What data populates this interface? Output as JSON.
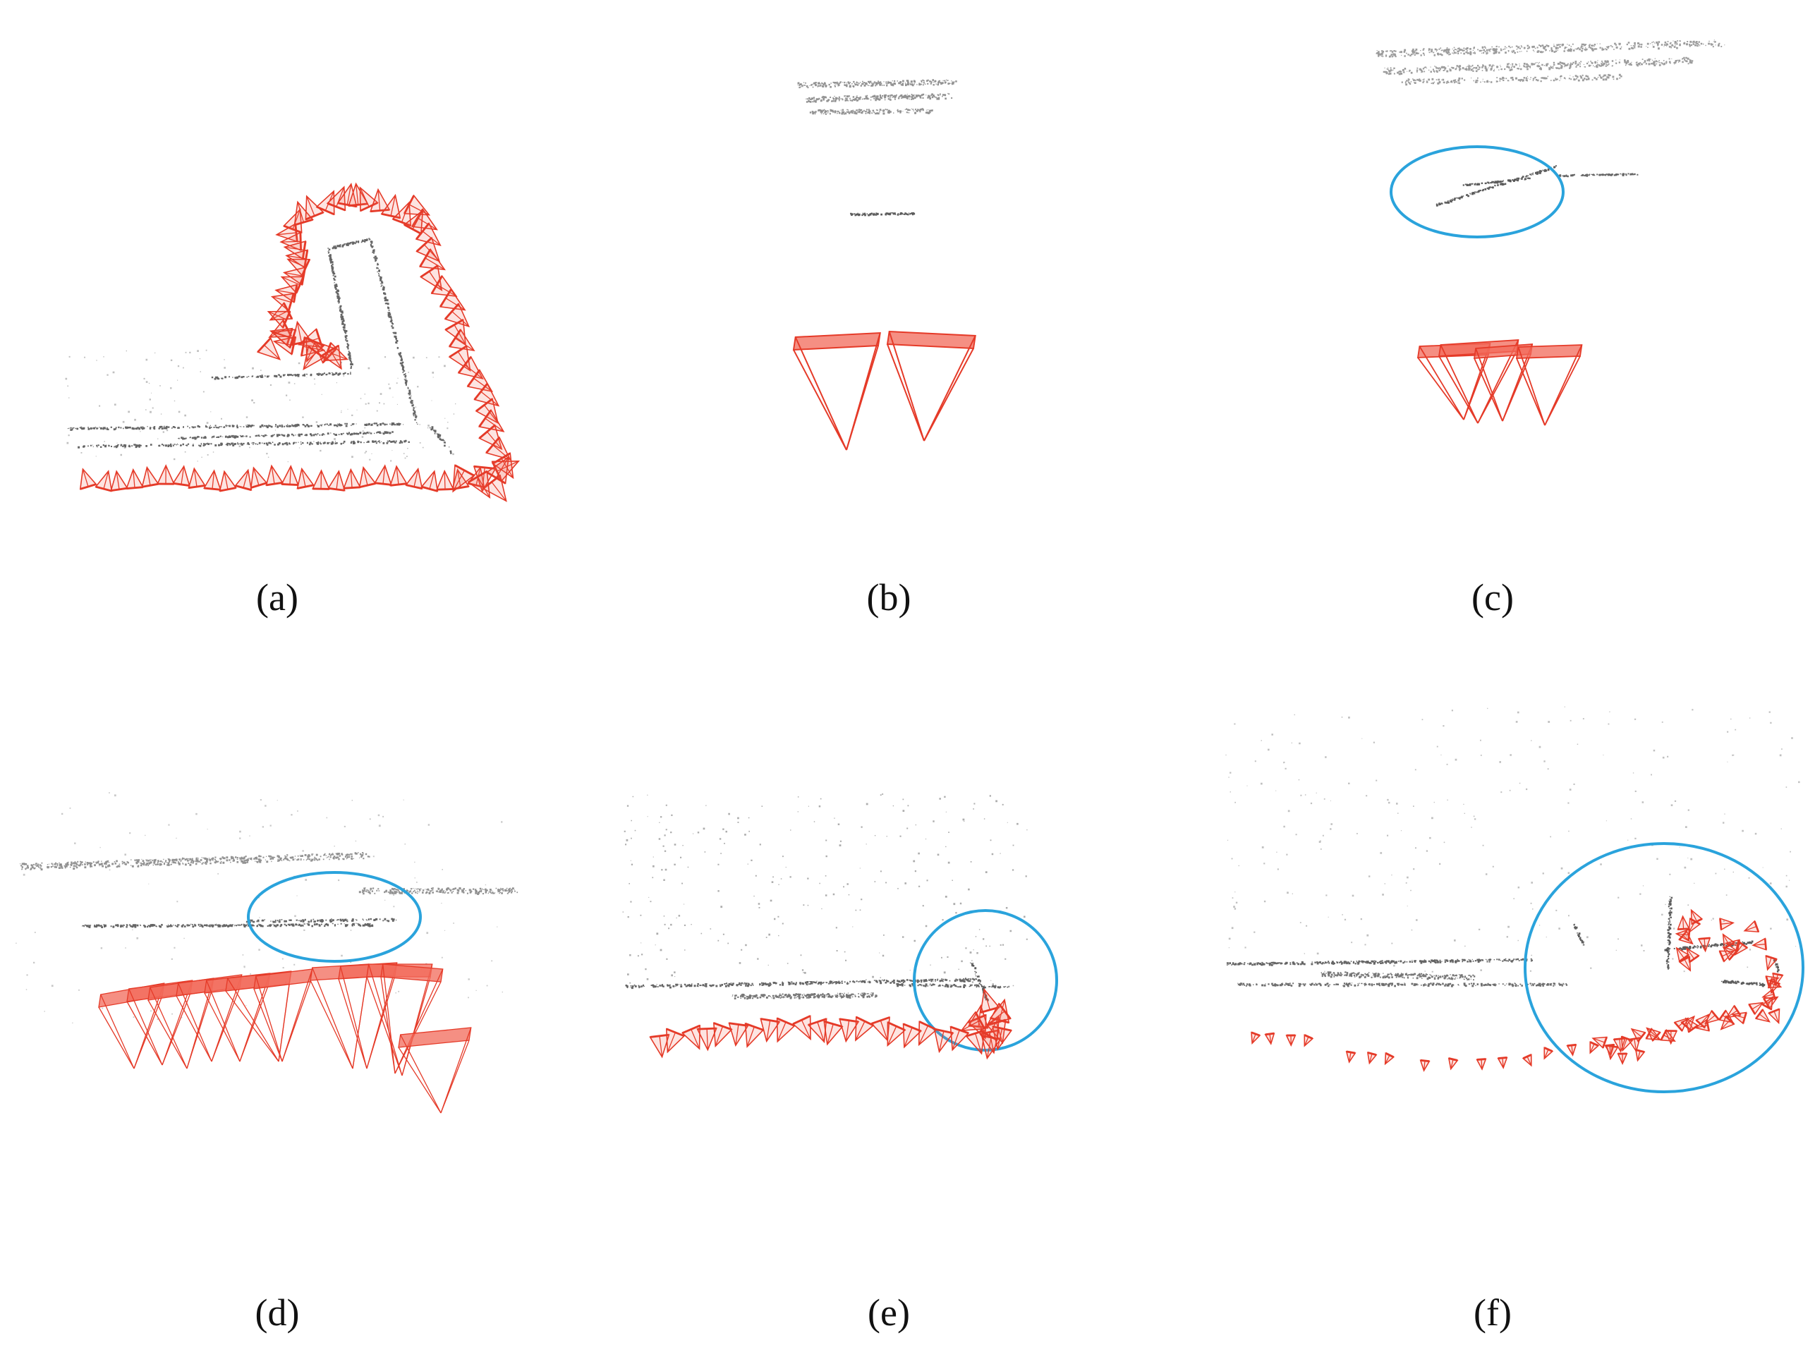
{
  "figure": {
    "panels": [
      {
        "id": "a",
        "caption": "(a)",
        "highlight_circle": false
      },
      {
        "id": "b",
        "caption": "(b)",
        "highlight_circle": false
      },
      {
        "id": "c",
        "caption": "(c)",
        "highlight_circle": true
      },
      {
        "id": "d",
        "caption": "(d)",
        "highlight_circle": true
      },
      {
        "id": "e",
        "caption": "(e)",
        "highlight_circle": true
      },
      {
        "id": "f",
        "caption": "(f)",
        "highlight_circle": true
      }
    ]
  },
  "colors": {
    "camera_stroke": "#e53a28",
    "camera_fill": "#f26a5a",
    "point_cloud": "#4a4a4a",
    "highlight_circle": "#2aa3dc",
    "background": "#ffffff"
  },
  "icons": {
    "camera_frustum": "camera-frustum-icon",
    "point_cloud": "point-cloud-mark",
    "highlight_circle": "highlight-circle-mark"
  }
}
